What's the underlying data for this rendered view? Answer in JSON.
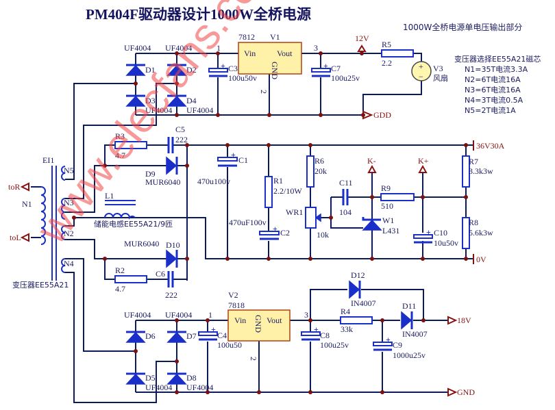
{
  "title": "PM404F驱动器设计1000W全桥电源",
  "subtitle": "1000W全桥电源单电压输出部分",
  "watermark": "www.elecfans.com",
  "colors": {
    "wire": "#0a1a5c",
    "component": "#1a2fc8",
    "junction": "#7a1010",
    "port_label": "#8a1010",
    "regulator_fill": "#fff2a8",
    "watermark": "#f04646"
  },
  "notes": {
    "header": "变压器选择EE55A21磁芯",
    "lines": [
      "N1=35T电流3.3A",
      "N2=6T电流16A",
      "N3=6T电流16A",
      "N4=3T电流0.5A",
      "N5=2T电流1A"
    ]
  },
  "transformer": {
    "ref": "EI1",
    "label": "变压器EE55A21",
    "primary": "N1",
    "windings": [
      "N5",
      "N3",
      "N2",
      "N4"
    ],
    "inputs": [
      "toR",
      "toL"
    ]
  },
  "inductor": {
    "ref": "L1",
    "label": "储能电感EE55A21/9匝"
  },
  "upper_supply": {
    "regulator": {
      "ref": "V1",
      "part": "7812",
      "pins": {
        "vin": "Vin",
        "gnd": "GND",
        "vout": "Vout"
      },
      "pin_numbers": [
        "1",
        "2",
        "3"
      ]
    },
    "diodes": [
      {
        "ref": "D1",
        "part": "UF4004"
      },
      {
        "ref": "D2",
        "part": "UF4004"
      },
      {
        "ref": "D3",
        "part": "UF4004"
      },
      {
        "ref": "D4",
        "part": "UF4004"
      }
    ],
    "c3": {
      "ref": "C3",
      "value": "100u50v"
    },
    "c7": {
      "ref": "C7",
      "value": "100u25v"
    },
    "r5": {
      "ref": "R5",
      "value": "2.2"
    },
    "fan": {
      "ref": "V3",
      "label": "风扇",
      "plus": "+",
      "minus": "−"
    },
    "out_port": "12V",
    "gnd_port": "GDD"
  },
  "main_output": {
    "r3": {
      "ref": "R3",
      "value": "4.7"
    },
    "c5": {
      "ref": "C5",
      "value": "222"
    },
    "d9": {
      "ref": "D9",
      "part": "MUR6040"
    },
    "d10": {
      "ref": "D10",
      "part": "MUR6040"
    },
    "r2": {
      "ref": "R2",
      "value": "4.7"
    },
    "c6": {
      "ref": "C6",
      "value": "222"
    },
    "c1": {
      "ref": "C1",
      "value": "470u100v"
    },
    "c2_value_label": "470uF100v",
    "r1": {
      "ref": "R1",
      "value": "2.2/10W"
    },
    "c2": {
      "ref": "C2"
    },
    "r6": {
      "ref": "R6",
      "value": "20k"
    },
    "wr1": {
      "ref": "WR1",
      "value": "10k"
    },
    "c11": {
      "ref": "C11",
      "value": "104"
    },
    "w1": {
      "ref": "W1",
      "part": "L431"
    },
    "r9": {
      "ref": "R9",
      "value": "510"
    },
    "c10": {
      "ref": "C10",
      "value": "10u50v"
    },
    "r7": {
      "ref": "R7",
      "value": "3.3k3w"
    },
    "r8": {
      "ref": "R8",
      "value": "5.6k3w"
    },
    "k_minus": "K-",
    "k_plus": "K+",
    "out_port": "36V30A",
    "zero_port": "0V"
  },
  "lower_supply": {
    "regulator": {
      "ref": "V2",
      "part": "7818",
      "pins": {
        "vin": "Vin",
        "gnd": "GND",
        "vout": "Vout"
      },
      "pin_numbers": [
        "1",
        "2",
        "3"
      ]
    },
    "diodes": [
      {
        "ref": "D6",
        "part": "UF4004"
      },
      {
        "ref": "D7",
        "part": "UF4004"
      },
      {
        "ref": "D5",
        "part": "UF4004"
      },
      {
        "ref": "D8",
        "part": "UF4004"
      }
    ],
    "c4": {
      "ref": "C4",
      "value": "100u50"
    },
    "c8": {
      "ref": "C8",
      "value": "100u25v"
    },
    "r4": {
      "ref": "R4",
      "value": "33k"
    },
    "c9": {
      "ref": "C9",
      "value": "1000u25v"
    },
    "d12": {
      "ref": "D12",
      "part": "IN4007"
    },
    "d11": {
      "ref": "D11",
      "part": "IN4007"
    },
    "out_port": "18V",
    "gnd_port": "GND"
  }
}
